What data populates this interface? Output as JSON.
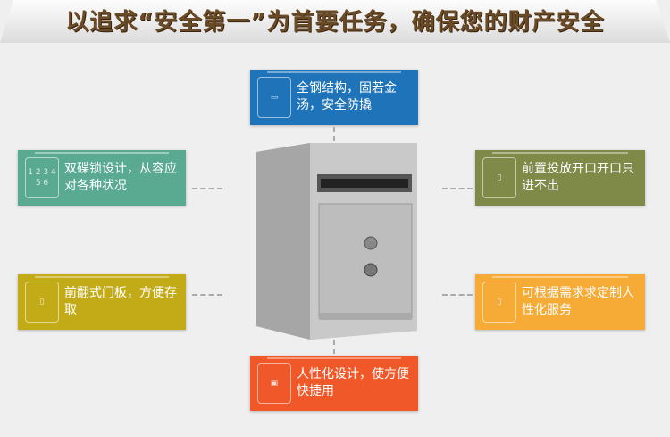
{
  "title": "以追求“安全第一”为首要任务，确保您的财产安全",
  "cards": {
    "top": "全钢结构，固若金汤，安全防撬",
    "left1": "双碟锁设计，从容应对各种状况",
    "left2": "前翻式门板，方便存取",
    "right1": "前置投放开口开口只进不出",
    "right2": "可根据需求求定制人性化服务",
    "bottom": "人性化设计，使方便快捷用"
  },
  "keypad": "1 2 3 4 5 6",
  "colors": {
    "top": "#1f73b9",
    "left1": "#5aaa92",
    "left2": "#c2ab17",
    "right1": "#7f8a48",
    "right2": "#f5ab35",
    "bottom": "#f0582a"
  }
}
